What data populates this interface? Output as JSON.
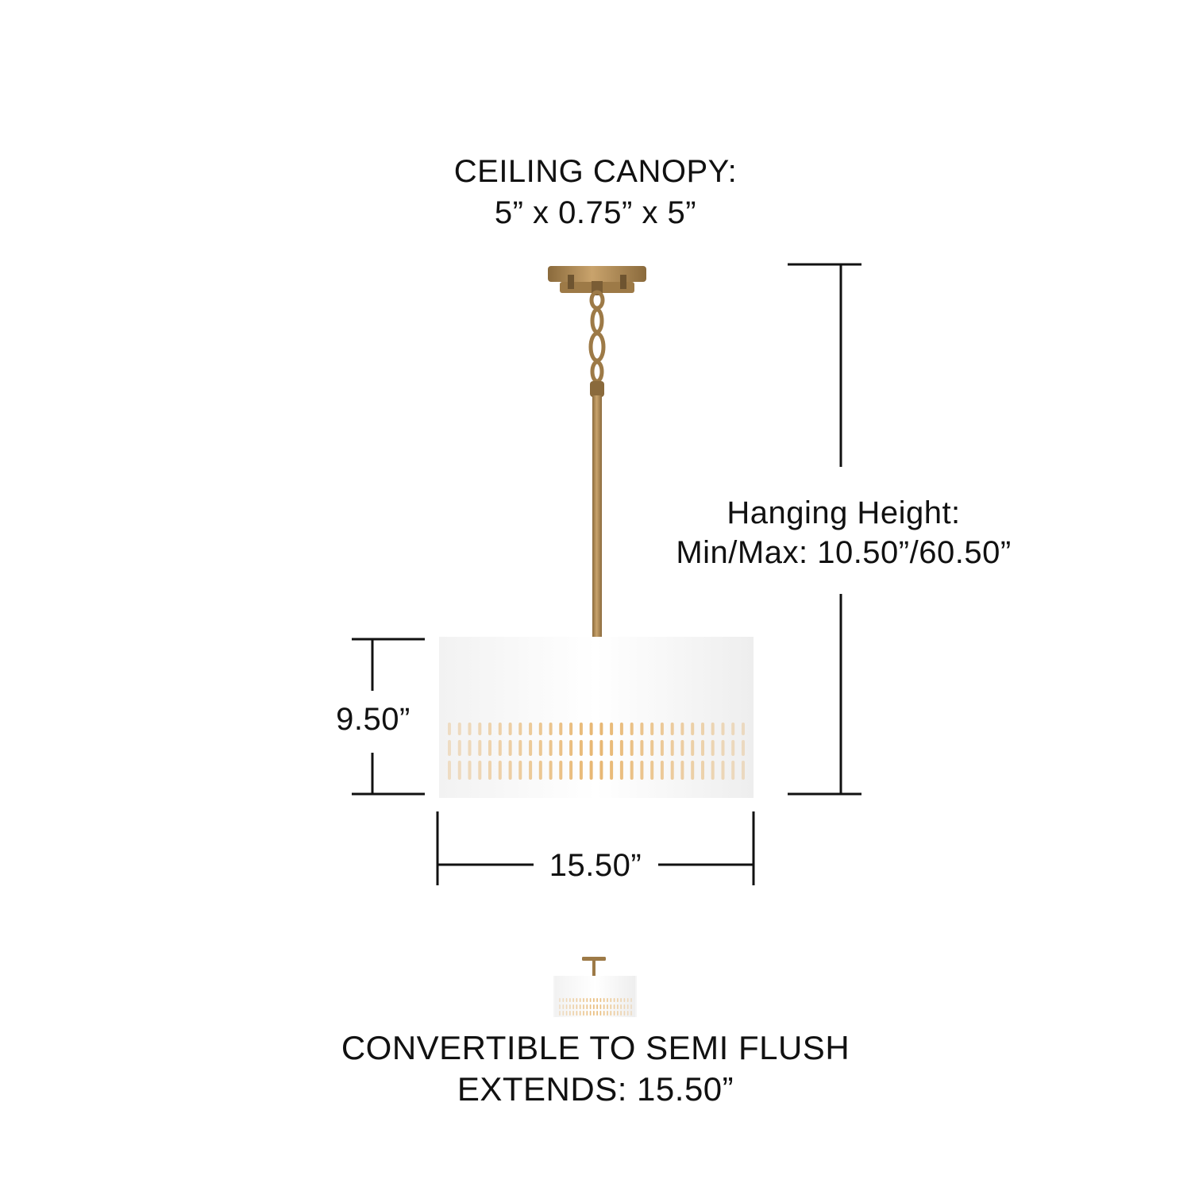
{
  "colors": {
    "brass": "#b08a55",
    "brass_dark": "#8a6a3c",
    "shade": "#ffffff",
    "slot_glow": "#e6b36a",
    "line": "#111111"
  },
  "canopy": {
    "title": "CEILING CANOPY:",
    "dims": "5” x 0.75” x 5”"
  },
  "hanging_height": {
    "title": "Hanging Height:",
    "range": "Min/Max: 10.50”/60.50”"
  },
  "shade": {
    "height_label": "9.50”",
    "width_label": "15.50”"
  },
  "convertible": {
    "line1": "CONVERTIBLE TO SEMI FLUSH",
    "line2": "EXTENDS: 15.50”"
  }
}
